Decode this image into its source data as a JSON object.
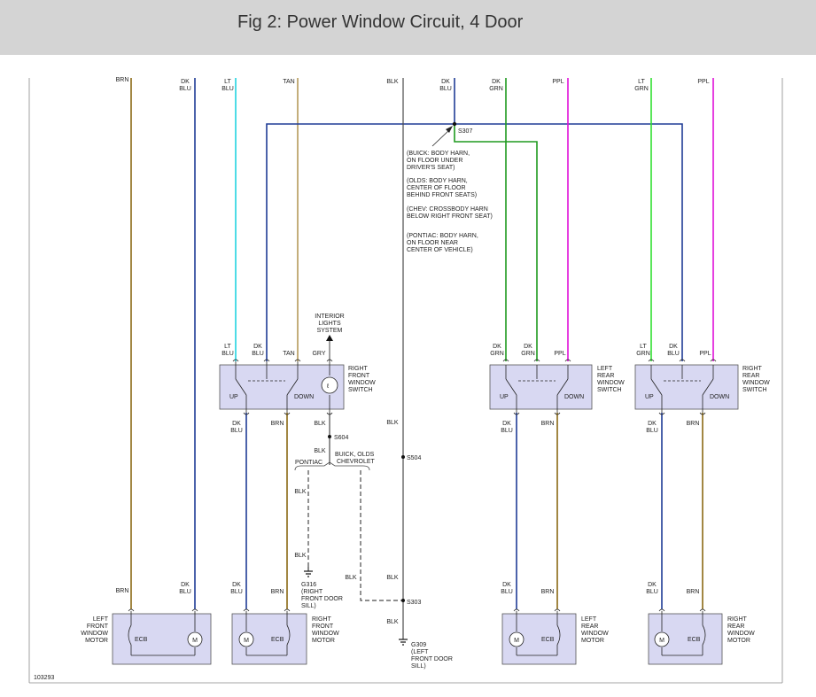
{
  "title": "Fig 2: Power Window Circuit, 4 Door",
  "figure_number": "103293",
  "colors": {
    "BRN": "#8b6914",
    "DK BLU": "#1f3c96",
    "LT BLU": "#22d3e0",
    "TAN": "#b59a5a",
    "BLK": "#4a4a4a",
    "DK GRN": "#1f9a1f",
    "PPL": "#e010d8",
    "LT GRN": "#30e030",
    "component_fill": "#d8d8f2",
    "ground_dash": "#4a4a4a"
  },
  "labels": {
    "brn": "BRN",
    "dk": "DK",
    "blu": "BLU",
    "lt": "LT",
    "tan": "TAN",
    "blk": "BLK",
    "grn": "GRN",
    "ppl": "PPL",
    "gry": "GRY",
    "up": "UP",
    "down": "DOWN",
    "ecb": "ECB",
    "m": "M"
  },
  "splices": {
    "s307": "S307",
    "s604": "S604",
    "s504": "S504",
    "s303": "S303"
  },
  "grounds": {
    "g316": [
      "G316",
      "(RIGHT",
      "FRONT DOOR",
      "SILL)"
    ],
    "g309": [
      "G309",
      "(LEFT",
      "FRONT DOOR",
      "SILL)"
    ]
  },
  "notes": {
    "s307_locations": [
      "(BUICK: BODY HARN,",
      "ON FLOOR UNDER",
      "DRIVER'S SEAT)",
      "(OLDS: BODY HARN,",
      "CENTER OF FLOOR",
      "BEHIND FRONT SEATS)",
      "(CHEV: CROSSBODY HARN",
      "BELOW RIGHT FRONT SEAT)",
      "(PONTIAC: BODY HARN,",
      "ON FLOOR NEAR",
      "CENTER OF VEHICLE)"
    ],
    "interior_lights": [
      "INTERIOR",
      "LIGHTS",
      "SYSTEM"
    ],
    "pontiac": "PONTIAC",
    "buick_olds": [
      "BUICK, OLDS",
      "CHEVROLET"
    ]
  },
  "components": {
    "rf_switch": [
      "RIGHT",
      "FRONT",
      "WINDOW",
      "SWITCH"
    ],
    "lr_switch": [
      "LEFT",
      "REAR",
      "WINDOW",
      "SWITCH"
    ],
    "rr_switch": [
      "RIGHT",
      "REAR",
      "WINDOW",
      "SWITCH"
    ],
    "lf_motor": [
      "LEFT",
      "FRONT",
      "WINDOW",
      "MOTOR"
    ],
    "rf_motor": [
      "RIGHT",
      "FRONT",
      "WINDOW",
      "MOTOR"
    ],
    "lr_motor": [
      "LEFT",
      "REAR",
      "WINDOW",
      "MOTOR"
    ],
    "rr_motor": [
      "RIGHT",
      "REAR",
      "WINDOW",
      "MOTOR"
    ]
  }
}
